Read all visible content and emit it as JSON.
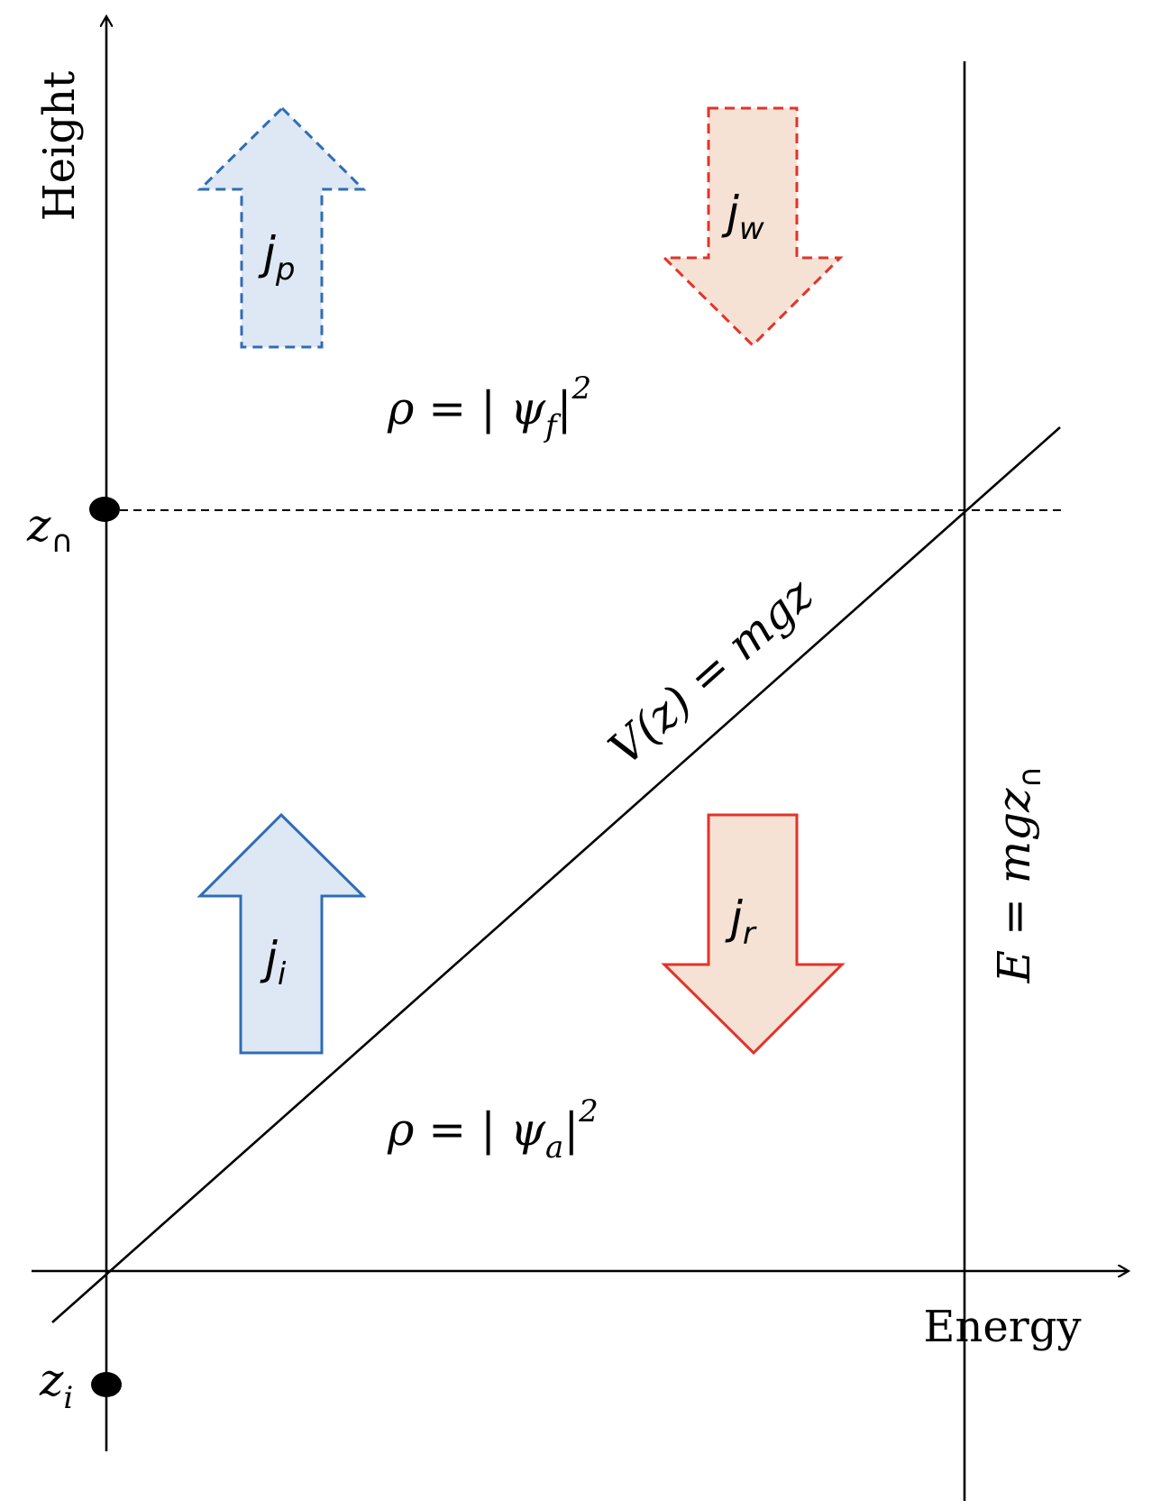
{
  "axes": {
    "y_label": "Height",
    "x_label": "Energy"
  },
  "markers": {
    "turning_point_symbol": "z",
    "turning_point_subscript": "∩",
    "initial_point_symbol": "z",
    "initial_point_subscript": "i"
  },
  "labels": {
    "potential": "V(z) = mgz",
    "energy_base": "E = mgz",
    "energy_subscript": "∩",
    "density_upper_base": "ρ = | ψ",
    "density_upper_sub": "f",
    "density_upper_tail": "|",
    "density_upper_power": "2",
    "density_lower_base": "ρ = | ψ",
    "density_lower_sub": "a",
    "density_lower_tail": "|",
    "density_lower_power": "2"
  },
  "currents": {
    "jp": {
      "symbol": "j",
      "sub": "p"
    },
    "jw": {
      "symbol": "j",
      "sub": "w"
    },
    "ji": {
      "symbol": "j",
      "sub": "i"
    },
    "jr": {
      "symbol": "j",
      "sub": "r"
    }
  },
  "colors": {
    "blue_stroke": "#2f6db5",
    "blue_fill": "#dde8f4",
    "red_stroke": "#e2332b",
    "red_fill": "#f6e2d4",
    "ink": "#000000"
  }
}
